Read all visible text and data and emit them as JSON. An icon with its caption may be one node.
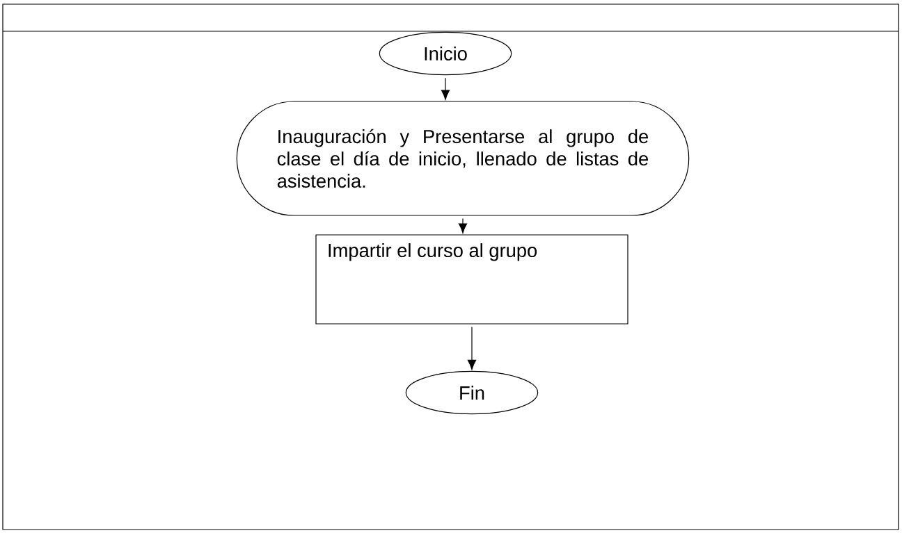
{
  "diagram": {
    "nodes": [
      {
        "text": [
          "Inicio"
        ]
      },
      {
        "text": [
          "Inauguración y Presentarse al grupo de clase el día de inicio, llenado de listas de asistencia."
        ]
      },
      {
        "text": [
          "Impartir el curso al grupo"
        ]
      },
      {
        "text": [
          "Fin"
        ]
      }
    ],
    "edges": [
      {
        "from": 0,
        "to": 1,
        "arrow": "to"
      },
      {
        "from": 1,
        "to": 2,
        "arrow": "to"
      },
      {
        "from": 2,
        "to": 3,
        "arrow": "to"
      }
    ]
  }
}
